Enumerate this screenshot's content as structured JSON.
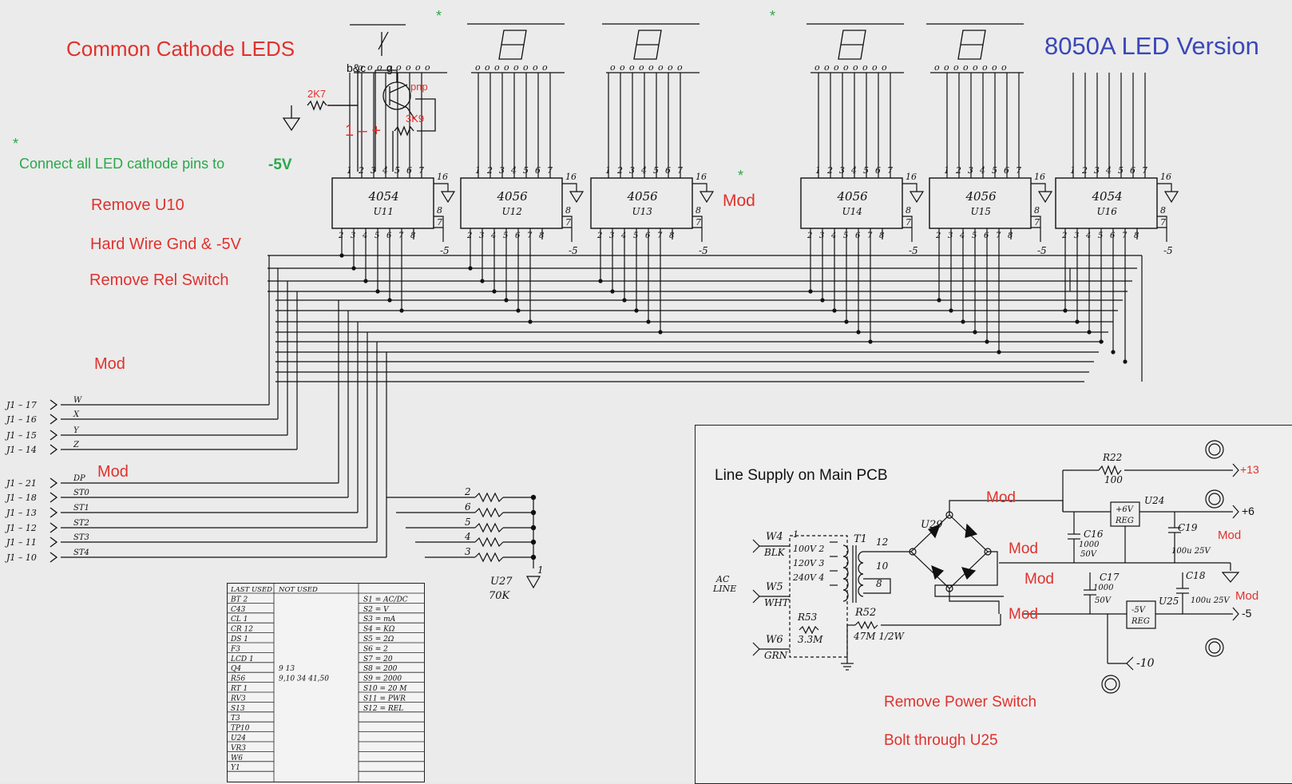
{
  "title": "8050A LED Version",
  "annotations": {
    "common_cathode": "Common Cathode LEDS",
    "connect_cathodes_star": "*",
    "connect_cathodes": "Connect all LED cathode pins to",
    "connect_voltage": "-5V",
    "remove_u10": "Remove U10",
    "hard_wire": "Hard Wire Gnd & -5V",
    "remove_rel": "Remove Rel Switch",
    "mod_left_1": "Mod",
    "mod_left_2": "Mod",
    "mod_u13": "Mod",
    "star": "*"
  },
  "transistor": {
    "bc_label": "b&c",
    "g_label": "g",
    "type": "pnp",
    "r1": "2K7",
    "r2": "3K9",
    "pins": "1 – +"
  },
  "ics": [
    {
      "type": "4054",
      "ref": "U11"
    },
    {
      "type": "4056",
      "ref": "U12"
    },
    {
      "type": "4056",
      "ref": "U13"
    },
    {
      "type": "4056",
      "ref": "U14"
    },
    {
      "type": "4056",
      "ref": "U15"
    },
    {
      "type": "4054",
      "ref": "U16"
    }
  ],
  "connector_lines": [
    {
      "pin": "J1 – 17",
      "signal": "W"
    },
    {
      "pin": "J1 – 16",
      "signal": "X"
    },
    {
      "pin": "J1 – 15",
      "signal": "Y"
    },
    {
      "pin": "J1 – 14",
      "signal": "Z"
    },
    {
      "pin": "J1 – 21",
      "signal": "DP"
    },
    {
      "pin": "J1 – 18",
      "signal": "ST0"
    },
    {
      "pin": "J1 – 13",
      "signal": "ST1"
    },
    {
      "pin": "J1 – 12",
      "signal": "ST2"
    },
    {
      "pin": "J1 – 11",
      "signal": "ST3"
    },
    {
      "pin": "J1 – 10",
      "signal": "ST4"
    }
  ],
  "resistor_network": {
    "ref": "U27",
    "value": "70K",
    "pins": [
      "2",
      "6",
      "5",
      "4",
      "3"
    ],
    "common_pin": "1"
  },
  "table": {
    "headers": [
      "LAST USED",
      "NOT USED",
      ""
    ],
    "rows": [
      [
        "BT 2",
        "",
        "S1 = AC/DC"
      ],
      [
        "C43",
        "",
        "S2 = V"
      ],
      [
        "CL 1",
        "",
        "S3 = mA"
      ],
      [
        "CR 12",
        "",
        "S4 = KΩ"
      ],
      [
        "DS 1",
        "",
        "S5 = 2Ω"
      ],
      [
        "F3",
        "",
        "S6 = 2"
      ],
      [
        "LCD 1",
        "",
        "S7 = 20"
      ],
      [
        "Q4",
        "9   13",
        "S8 = 200"
      ],
      [
        "R56",
        "9,10 34 41,50",
        "S9 = 2000"
      ],
      [
        "RT 1",
        "",
        "S10 = 20 M"
      ],
      [
        "RV3",
        "",
        "S11 = PWR"
      ],
      [
        "S13",
        "",
        "S12 = REL"
      ],
      [
        "T3",
        "",
        ""
      ],
      [
        "TP10",
        "",
        ""
      ],
      [
        "U24",
        "",
        ""
      ],
      [
        "VR3",
        "",
        ""
      ],
      [
        "W6",
        "",
        ""
      ],
      [
        "Y1",
        "",
        ""
      ]
    ]
  },
  "supply": {
    "title": "Line Supply on Main PCB",
    "ac_line": "AC LINE",
    "wires": [
      {
        "ref": "W4",
        "color": "BLK"
      },
      {
        "ref": "W5",
        "color": "WHT"
      },
      {
        "ref": "W6",
        "color": "GRN"
      }
    ],
    "transformer": "T1",
    "taps": [
      "1",
      "100V 2",
      "120V 3",
      "240V 4"
    ],
    "secondary": [
      "12",
      "10",
      "8"
    ],
    "r53": {
      "ref": "R53",
      "value": "3.3M"
    },
    "r52": {
      "ref": "R52",
      "value": "47M 1/2W"
    },
    "bridge": "U29",
    "r22": {
      "ref": "R22",
      "value": "100"
    },
    "u24": {
      "ref": "U24",
      "label": "+6V REG"
    },
    "u25": {
      "ref": "U25",
      "label": "-5V REG"
    },
    "c16": {
      "ref": "C16",
      "value": "1000",
      "voltage": "50V"
    },
    "c17": {
      "ref": "C17",
      "value": "1000",
      "voltage": "50V"
    },
    "c18": {
      "ref": "C18",
      "value": "100u 25V"
    },
    "c19": {
      "ref": "C19",
      "value": "100u 25V"
    },
    "outputs": [
      "+13",
      "+6",
      "-5",
      "-10"
    ],
    "mods": [
      "Mod",
      "Mod",
      "Mod",
      "Mod",
      "Mod",
      "Mod"
    ],
    "remove_power": "Remove Power Switch",
    "bolt": "Bolt through U25"
  }
}
